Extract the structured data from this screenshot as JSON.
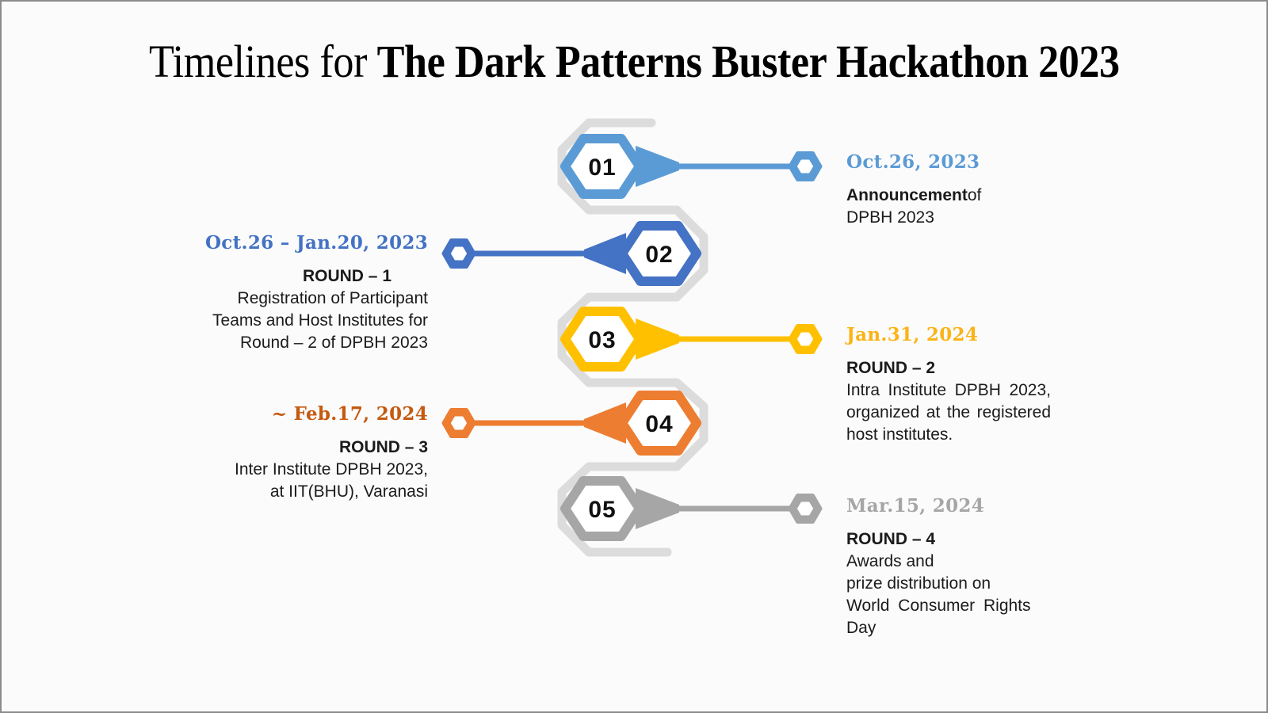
{
  "title": {
    "regular": "Timelines for ",
    "bold": "The Dark Patterns Buster Hackathon 2023"
  },
  "colors": {
    "snake": "#DCDCDC",
    "page_bg": "#FBFBFB",
    "border": "#8C8C8C",
    "body_text": "#1B1B1B"
  },
  "milestones": [
    {
      "num": "01",
      "side": "right",
      "color": "#5B9BD5",
      "date": "Oct.26, 2023",
      "date_color": "#5B9BD5",
      "body_bold": "Announcement",
      "body_rest": "of",
      "body_line2": "DPBH 2023"
    },
    {
      "num": "02",
      "side": "left",
      "color": "#4472C4",
      "date": "Oct.26 – Jan.20, 2023",
      "date_color": "#4472C4",
      "round": "ROUND – 1",
      "lines": {
        "l1": "Registration of Participant",
        "l2": "Teams and Host Institutes for",
        "l3": "Round – 2 of DPBH 2023"
      }
    },
    {
      "num": "03",
      "side": "right",
      "color": "#FFC000",
      "date": "Jan.31, 2024",
      "date_color": "#FBB316",
      "round": "ROUND – 2",
      "lines": {
        "l1": "Intra Institute DPBH 2023,",
        "l2": "organized at the registered",
        "l3": "host institutes."
      }
    },
    {
      "num": "04",
      "side": "left",
      "color": "#ED7D31",
      "date": "~ Feb.17, 2024",
      "date_color": "#C55A11",
      "round": "ROUND – 3",
      "lines": {
        "l1": "Inter Institute DPBH 2023,",
        "l2": "at IIT(BHU), Varanasi"
      }
    },
    {
      "num": "05",
      "side": "right",
      "color": "#A6A6A6",
      "date": "Mar.15, 2024",
      "date_color": "#A6A6A6",
      "round": "ROUND – 4",
      "lines": {
        "l1": "Awards and",
        "l2": "prize distribution on",
        "l3": "World  Consumer Rights",
        "l4": "Day"
      }
    }
  ]
}
